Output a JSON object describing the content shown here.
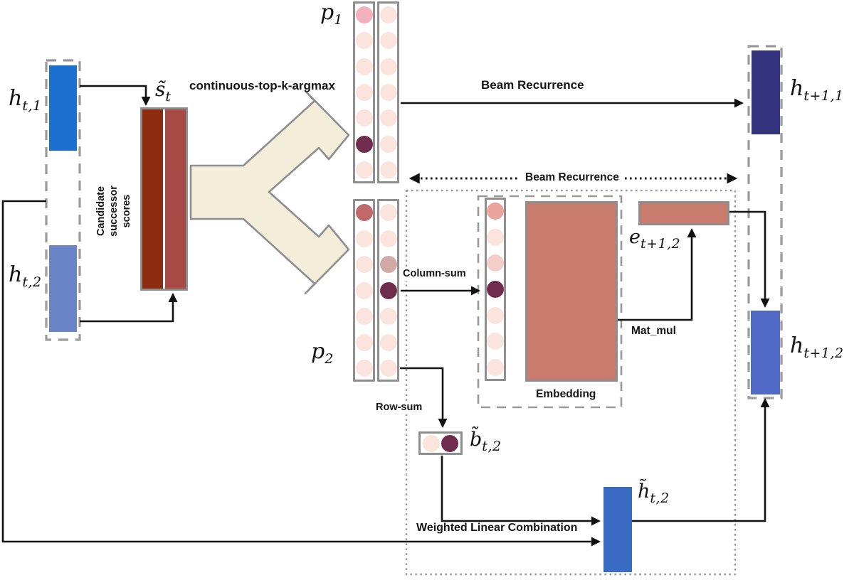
{
  "nodes": {
    "h_t1": {
      "base": "h",
      "sub": "t,1"
    },
    "h_t2": {
      "base": "h",
      "sub": "t,2"
    },
    "s_t": {
      "base": "s̃",
      "sub": "t"
    },
    "p_1": {
      "base": "p",
      "sub": "1"
    },
    "p_2": {
      "base": "p",
      "sub": "2"
    },
    "h_t1_next": {
      "base": "h",
      "sub": "t+1,1"
    },
    "h_t2_next": {
      "base": "h",
      "sub": "t+1,2"
    },
    "e_next": {
      "base": "e",
      "sub": "t+1,2"
    },
    "b_tilde": {
      "base": "b̃",
      "sub": "t,2"
    },
    "h_tilde": {
      "base": "h̃",
      "sub": "t,2"
    }
  },
  "annotations": {
    "candidate_scores": "Candidate successor scores",
    "topk": "continuous-top-k-argmax",
    "beam_recurrence_top": "Beam Recurrence",
    "beam_recurrence_dotted": "Beam Recurrence",
    "column_sum": "Column-sum",
    "row_sum": "Row-sum",
    "embedding": "Embedding",
    "mat_mul": "Mat_mul",
    "weighted_linear_combination": "Weighted Linear Combination"
  },
  "colors": {
    "h_t1": "#1b70cf",
    "h_t2": "#6b84c8",
    "h_t1_next": "#34347e",
    "h_t2_next": "#5069c4",
    "h_tilde": "#3a6bc2",
    "s_left": "#8a2a0f",
    "s_right": "#a74a45",
    "embedding": "#c97c6d",
    "e_bar": "#c97c6d",
    "fork_fill": "#f3edda",
    "fork_stroke": "#8e8e8e",
    "wire": "#111111",
    "dash_gray": "#9a9a9a"
  },
  "palette": {
    "light": "#fbe4dd",
    "pink": "#f2b1bc",
    "rose": "#c06a6e",
    "salmon": "#eba49d",
    "mauve": "#cfaaa6",
    "palepink": "#f4cfc9",
    "dark": "#702c4f"
  },
  "matrices": {
    "p1_left": [
      "pink",
      "light",
      "light",
      "light",
      "light",
      "dark",
      "light"
    ],
    "p1_right": [
      "light",
      "light",
      "light",
      "light",
      "light",
      "light",
      "light"
    ],
    "p2_left": [
      "rose",
      "light",
      "light",
      "light",
      "light",
      "light",
      "light"
    ],
    "p2_right": [
      "light",
      "light",
      "mauve",
      "dark",
      "light",
      "light",
      "light"
    ],
    "colsum": [
      "salmon",
      "light",
      "palepink",
      "dark",
      "light",
      "light",
      "light"
    ],
    "b_row": [
      "light",
      "dark"
    ]
  }
}
